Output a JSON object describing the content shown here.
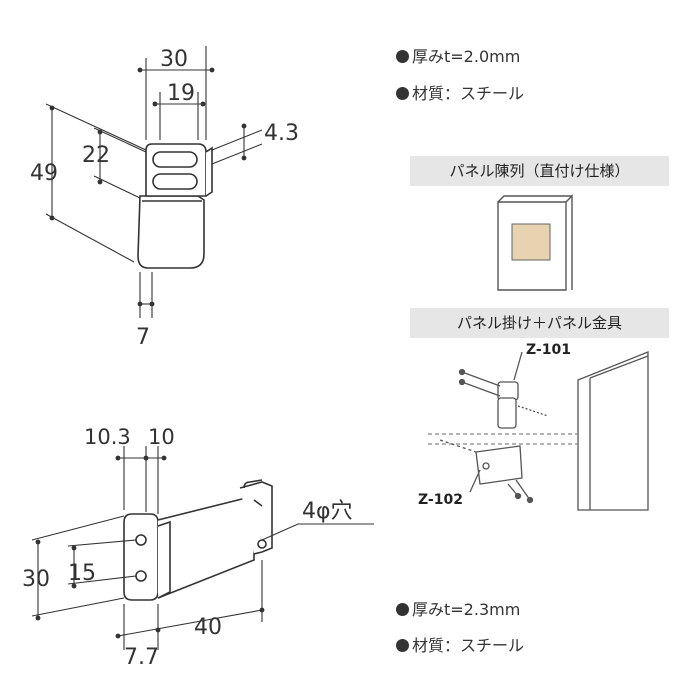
{
  "top_part": {
    "dims": {
      "w30": "30",
      "w19": "19",
      "h49": "49",
      "h22": "22",
      "t43": "4.3",
      "d7": "7"
    },
    "specs": {
      "thickness": "厚みt=2.0mm",
      "material": "材質：スチール"
    }
  },
  "bottom_part": {
    "dims": {
      "d103": "10.3",
      "d10": "10",
      "hole": "4φ穴",
      "h30": "30",
      "h15": "15",
      "d40": "40",
      "d77": "7.7"
    },
    "specs": {
      "thickness": "厚みt=2.3mm",
      "material": "材質：スチール"
    }
  },
  "panels": {
    "direct_title": "パネル陳列（直付け仕様）",
    "hook_title": "パネル掛け＋パネル金具",
    "z101": "Z-101",
    "z102": "Z-102"
  },
  "colors": {
    "wood_patch": "#e8d3b0",
    "banner_bg": "#e6e6e6",
    "line": "#333333"
  }
}
